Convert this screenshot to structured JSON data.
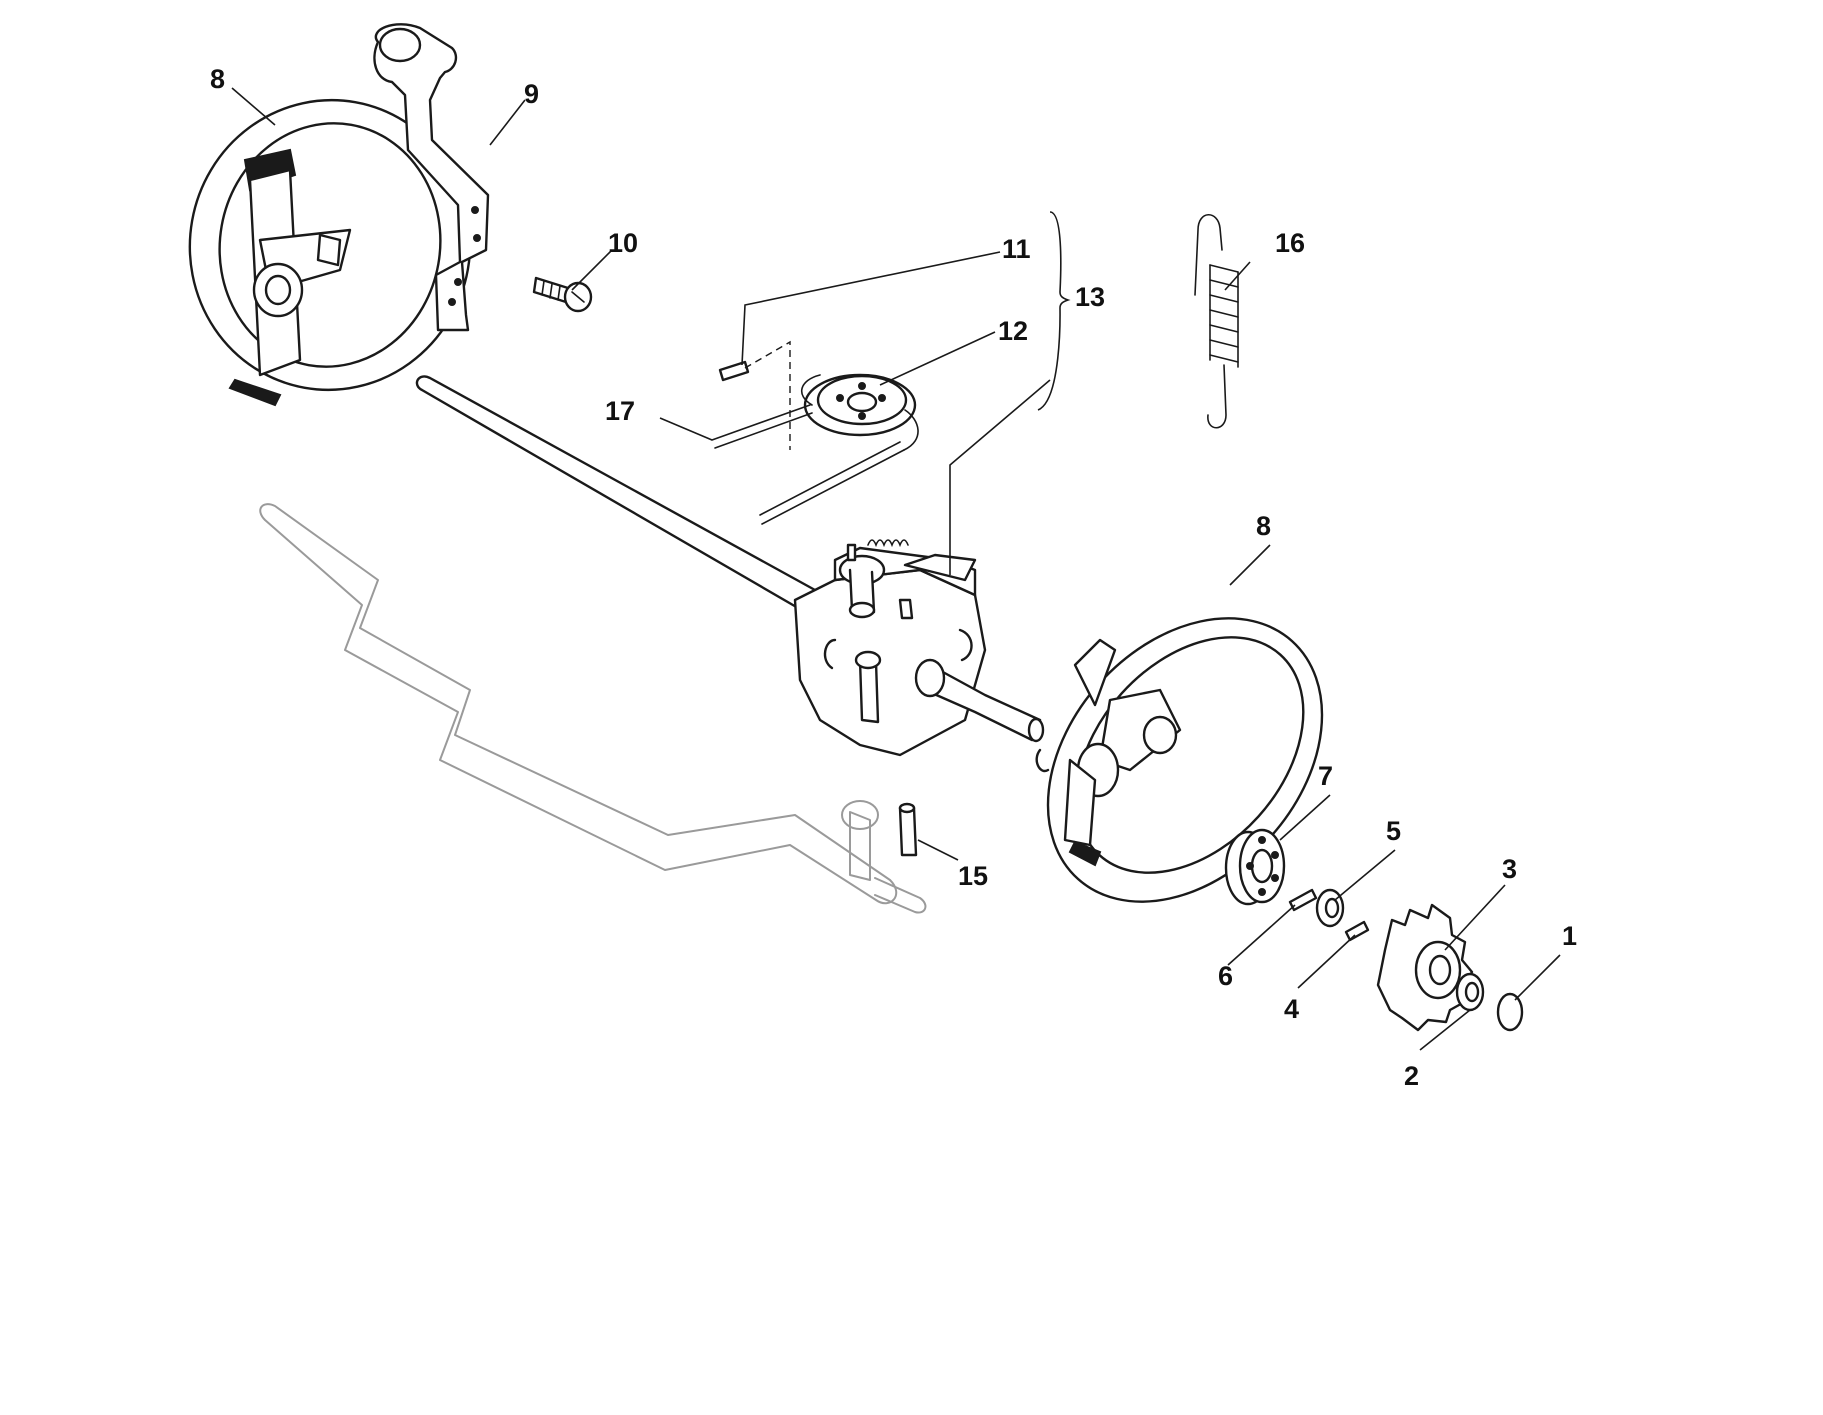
{
  "callouts": {
    "c1": "1",
    "c2": "2",
    "c3": "3",
    "c4": "4",
    "c5": "5",
    "c6": "6",
    "c7": "7",
    "c8a": "8",
    "c8b": "8",
    "c9": "9",
    "c10": "10",
    "c11": "11",
    "c12": "12",
    "c13": "13",
    "c15": "15",
    "c16": "16",
    "c17": "17"
  },
  "colors": {
    "line": "#1a1a1a",
    "ghost_frame": "#9a9a9a",
    "background": "#ffffff"
  }
}
